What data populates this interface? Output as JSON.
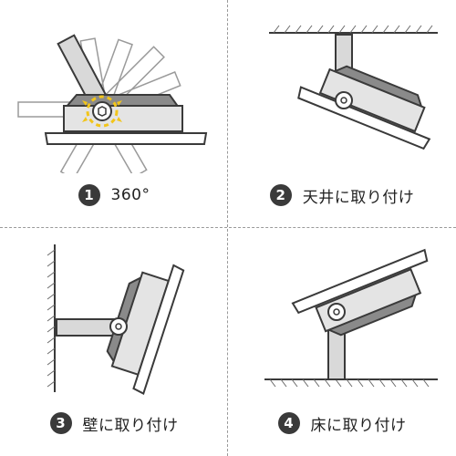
{
  "panels": [
    {
      "number": "1",
      "label": "360°",
      "icon": "rotation-icon"
    },
    {
      "number": "2",
      "label": "天井に取り付け",
      "icon": "ceiling-mount-icon"
    },
    {
      "number": "3",
      "label": "壁に取り付け",
      "icon": "wall-mount-icon"
    },
    {
      "number": "4",
      "label": "床に取り付け",
      "icon": "floor-mount-icon"
    }
  ],
  "colors": {
    "badge": "#3a3a3a",
    "housing": "#e4e4e4",
    "panel": "#8a8a8a",
    "outline": "#3a3a3a",
    "accent": "#f2c51a"
  }
}
